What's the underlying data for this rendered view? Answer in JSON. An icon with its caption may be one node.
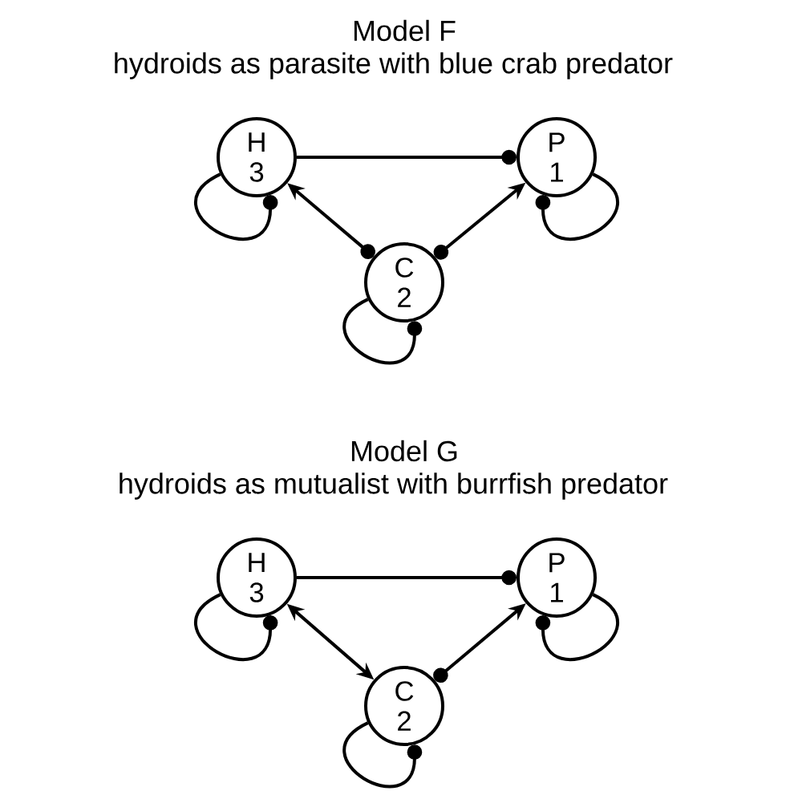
{
  "diagram": {
    "nodes": [
      {
        "text": [
          "H",
          "3"
        ]
      },
      {
        "text": [
          "P",
          "1"
        ]
      },
      {
        "text": [
          "C",
          "2"
        ]
      },
      {
        "text": [
          "H",
          "3"
        ]
      },
      {
        "text": [
          "P",
          "1"
        ]
      },
      {
        "text": [
          "C",
          "2"
        ]
      }
    ],
    "edges": [
      {
        "from": 0,
        "to": 1,
        "arrow": "other"
      },
      {
        "from": 2,
        "to": 0,
        "arrow": "to"
      },
      {
        "from": 2,
        "to": 1,
        "arrow": "to"
      },
      {
        "from": 0,
        "to": 0,
        "arrow": "other"
      },
      {
        "from": 1,
        "to": 1,
        "arrow": "other"
      },
      {
        "from": 2,
        "to": 2,
        "arrow": "other"
      },
      {
        "from": 3,
        "to": 4,
        "arrow": "other"
      },
      {
        "from": 3,
        "to": 5,
        "arrow": "both"
      },
      {
        "from": 5,
        "to": 4,
        "arrow": "to"
      },
      {
        "from": 3,
        "to": 3,
        "arrow": "other"
      },
      {
        "from": 4,
        "to": 4,
        "arrow": "other"
      },
      {
        "from": 5,
        "to": 5,
        "arrow": "other"
      }
    ],
    "labels": [
      "Model F",
      "hydroids as parasite with blue crab predator",
      "Model G",
      "hydroids as mutualist with burrfish predator"
    ]
  }
}
